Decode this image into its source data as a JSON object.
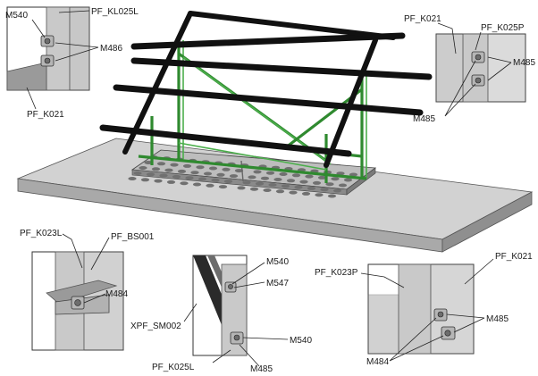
{
  "labels": {
    "detail1": {
      "top_left": "M540",
      "top_right": "PF_KL025L",
      "mid_right": "M486",
      "bottom": "PF_K021"
    },
    "detail2": {
      "top_left": "PF_K021",
      "top_right": "PF_K025P",
      "right": "M485",
      "bottom": "M485"
    },
    "detail3": {
      "top_left": "PF_K023L",
      "top_right": "PF_BS001",
      "right": "M484"
    },
    "detail4": {
      "top": "M540",
      "upper_right": "M547",
      "left": "XPF_SM002",
      "right": "M540",
      "bottom_left": "PF_K025L",
      "bottom_right": "M485"
    },
    "detail5": {
      "top_left": "PF_K023P",
      "top_right": "PF_K021",
      "right": "M485",
      "bottom": "M484"
    }
  },
  "colors": {
    "rail": "#111111",
    "support": "#2f8a2f",
    "slab": "#c8c8c8",
    "tray": "#b9b9b9"
  }
}
